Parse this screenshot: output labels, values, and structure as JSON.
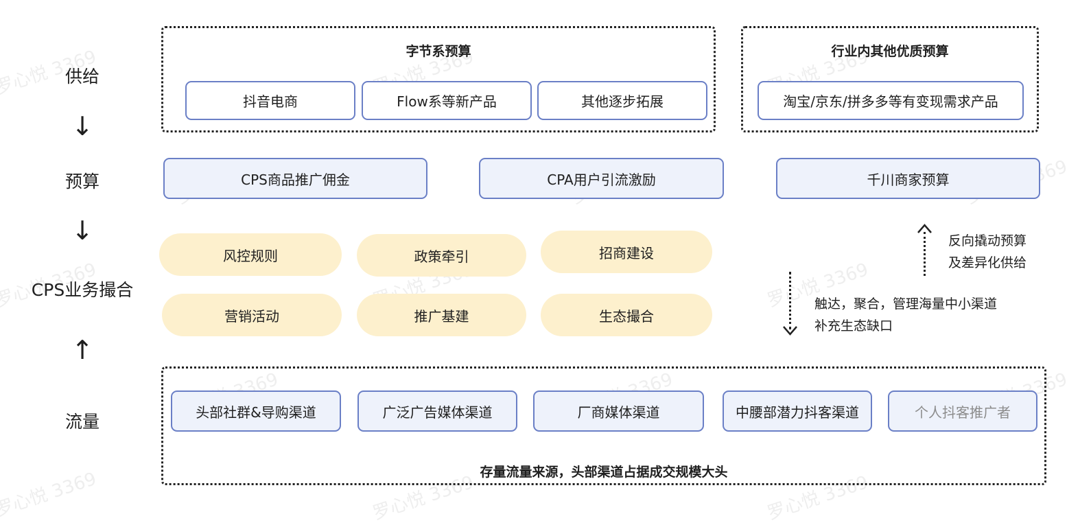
{
  "left_labels": {
    "supply": "供给",
    "budget": "预算",
    "matching": "CPS业务撮合",
    "traffic": "流量"
  },
  "arrows": {
    "down": "↓",
    "up": "↑"
  },
  "supply": {
    "bytedance": {
      "title": "字节系预算",
      "items": [
        "抖音电商",
        "Flow系等新产品",
        "其他逐步拓展"
      ]
    },
    "industry": {
      "title": "行业内其他优质预算",
      "items": [
        "淘宝/京东/拼多多等有变现需求产品"
      ]
    }
  },
  "budget_items": [
    "CPS商品推广佣金",
    "CPA用户引流激励",
    "千川商家预算"
  ],
  "matching_pills": [
    "风控规则",
    "政策牵引",
    "招商建设",
    "营销活动",
    "推广基建",
    "生态撮合"
  ],
  "side_notes": {
    "up": [
      "反向撬动预算",
      "及差异化供给"
    ],
    "down": [
      "触达，聚合，管理海量中小渠道",
      "补充生态缺口"
    ]
  },
  "traffic": {
    "items": [
      "头部社群&导购渠道",
      "广泛广告媒体渠道",
      "厂商媒体渠道",
      "中腰部潜力抖客渠道",
      "个人抖客推广者"
    ],
    "caption": "存量流量来源，头部渠道占据成交规模大头"
  },
  "watermark": "罗心悦 3369"
}
